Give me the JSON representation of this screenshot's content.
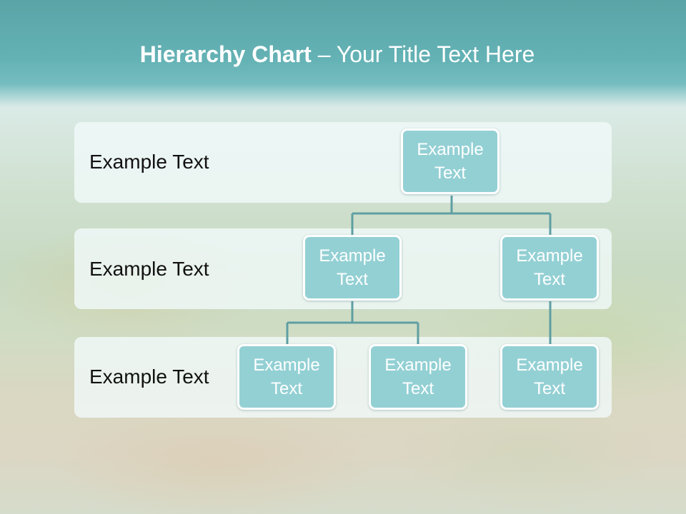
{
  "title": {
    "bold": "Hierarchy Chart",
    "rest": " – Your Title Text Here"
  },
  "rows": [
    {
      "label": "Example Text"
    },
    {
      "label": "Example Text"
    },
    {
      "label": "Example Text"
    }
  ],
  "nodes": {
    "root": "Example Text",
    "level2_left": "Example Text",
    "level2_right": "Example Text",
    "level3_a": "Example Text",
    "level3_b": "Example Text",
    "level3_c": "Example Text"
  },
  "colors": {
    "title_band": "#64b2b5",
    "node_fill": "#93d0d4",
    "connector": "#5f9fa3"
  }
}
